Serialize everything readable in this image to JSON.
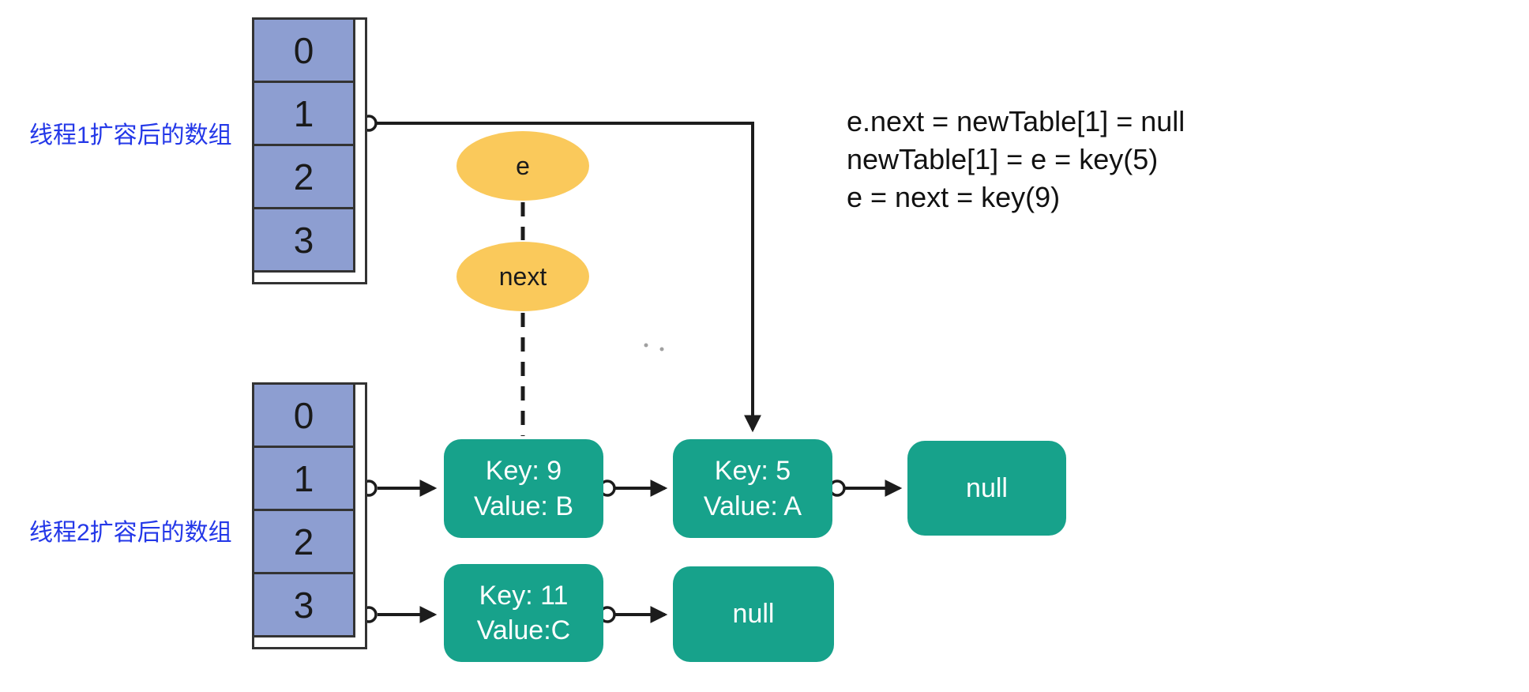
{
  "labels": {
    "thread1_array": "线程1扩容后的数组",
    "thread2_array": "线程2扩容后的数组"
  },
  "array1": {
    "cells": [
      "0",
      "1",
      "2",
      "3"
    ]
  },
  "array2": {
    "cells": [
      "0",
      "1",
      "2",
      "3"
    ]
  },
  "pointers": {
    "e": "e",
    "next": "next"
  },
  "nodes": {
    "key9": {
      "key": "Key: 9",
      "value": "Value: B"
    },
    "key5": {
      "key": "Key: 5",
      "value": "Value: A"
    },
    "null1": {
      "label": "null"
    },
    "key11": {
      "key": "Key: 11",
      "value": "Value:C"
    },
    "null2": {
      "label": "null"
    }
  },
  "annotation": {
    "line1": "e.next = newTable[1] = null",
    "line2": "newTable[1] = e = key(5)",
    "line3": "e = next = key(9)"
  },
  "colors": {
    "array_cell_fill": "#8d9ed1",
    "array_border": "#333333",
    "pointer_fill": "#fac95b",
    "node_fill": "#17a28b",
    "node_text": "#ffffff",
    "label_text": "#2438e8",
    "arrow": "#1c1c1c",
    "background": "#ffffff"
  }
}
